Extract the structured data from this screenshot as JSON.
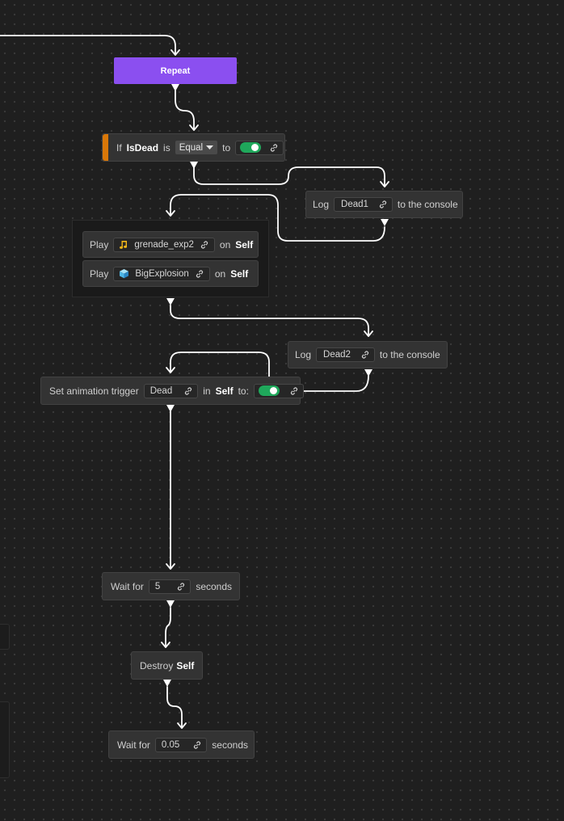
{
  "colors": {
    "canvas": "#1f1f1f",
    "node": "#333333",
    "repeat": "#8b4ff0",
    "condition_accent": "#d97708",
    "toggle_on": "#1fa85b",
    "wire": "#ffffff"
  },
  "repeat_node": {
    "label": "Repeat"
  },
  "if_node": {
    "if": "If",
    "variable": "IsDead",
    "is": "is",
    "operator": "Equal",
    "to": "to",
    "value_icon": "toggle-on"
  },
  "log1": {
    "log": "Log",
    "value": "Dead1",
    "suffix": "to the console"
  },
  "play1": {
    "play": "Play",
    "icon": "music-note-icon",
    "clip": "grenade_exp2",
    "on": "on",
    "target": "Self"
  },
  "play2": {
    "play": "Play",
    "icon": "cube-icon",
    "effect": "BigExplosion",
    "on": "on",
    "target": "Self"
  },
  "log2": {
    "log": "Log",
    "value": "Dead2",
    "suffix": "to the console"
  },
  "anim_node": {
    "prefix": "Set animation trigger",
    "trigger": "Dead",
    "in": "in",
    "target": "Self",
    "to": "to:",
    "value_icon": "toggle-on"
  },
  "wait1": {
    "prefix": "Wait for",
    "value": "5",
    "suffix": "seconds"
  },
  "destroy": {
    "prefix": "Destroy",
    "target": "Self"
  },
  "wait2": {
    "prefix": "Wait for",
    "value": "0.05",
    "suffix": "seconds"
  }
}
